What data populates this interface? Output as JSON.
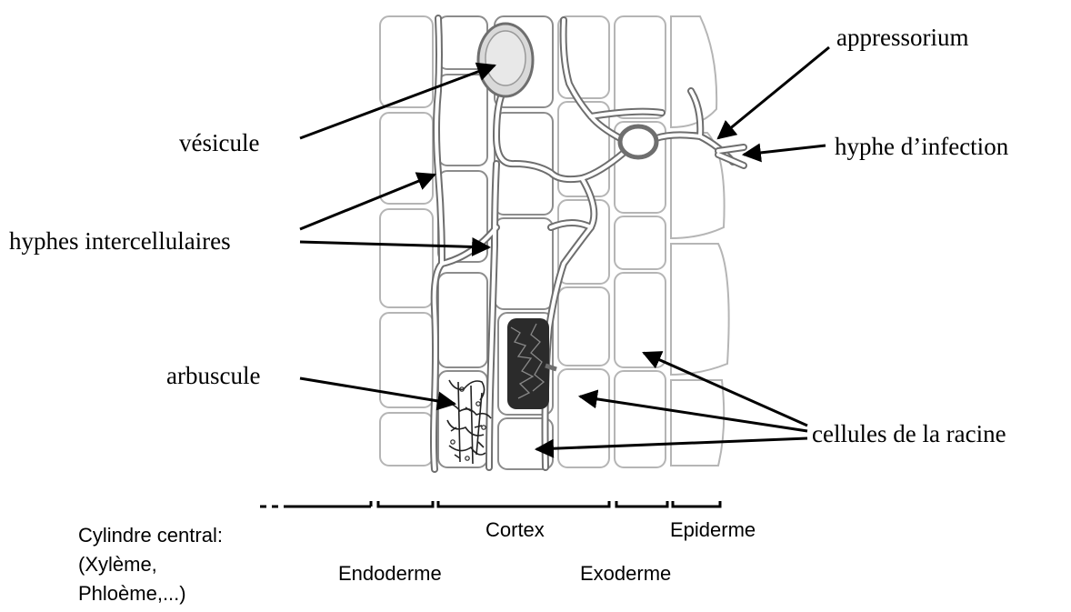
{
  "labels": {
    "appressorium": "appressorium",
    "vesicule": "vésicule",
    "hyphe_infection": "hyphe d’infection",
    "hyphes_intercellulaires": "hyphes intercellulaires",
    "arbuscule": "arbuscule",
    "cellules_racine": "cellules de la racine"
  },
  "tissues": {
    "cylindre_line1": "Cylindre central:",
    "cylindre_line2": "(Xylème,",
    "cylindre_line3": "Phloème,...)",
    "endoderme": "Endoderme",
    "cortex": "Cortex",
    "exoderme": "Exoderme",
    "epiderme": "Epiderme"
  },
  "colors": {
    "cell_wall": "#8c8c8c",
    "hypha": "#6e6e6e",
    "text": "#000000"
  }
}
